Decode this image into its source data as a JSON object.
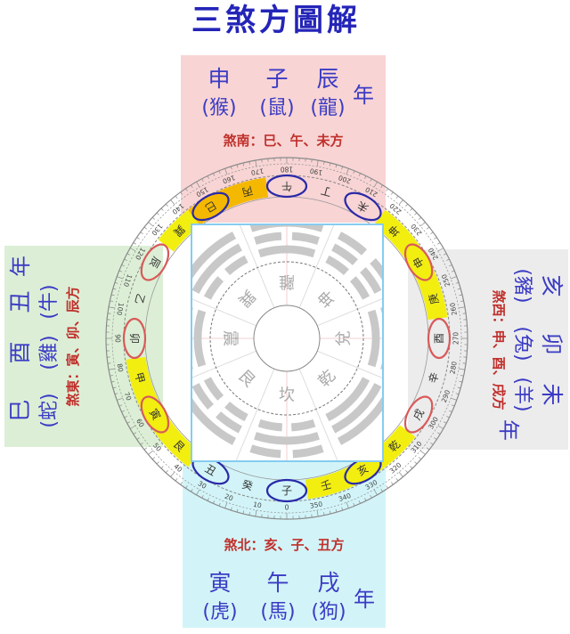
{
  "title": "三煞方圖解",
  "colors": {
    "title": "#2424b8",
    "text": "#3b3bc4",
    "sha": "#c0302c",
    "blue_circle": "#2a2aa8",
    "red_circle": "#d85a5a",
    "yellow": "#f2ee10",
    "orange": "#f5b800",
    "square": "#86ccf0"
  },
  "panels": {
    "top": {
      "bg": "#f8d4d4",
      "branches": [
        "申",
        "子",
        "辰"
      ],
      "animals": [
        "(猴)",
        "(鼠)",
        "(龍)"
      ],
      "year": "年",
      "sha": "煞南：巳、午、未方"
    },
    "left": {
      "bg": "#dcefd6",
      "branches": [
        "巳",
        "酉",
        "丑"
      ],
      "animals": [
        "(蛇)",
        "(雞)",
        "(牛)"
      ],
      "year": "年",
      "sha": "煞東：寅、卯、辰方"
    },
    "right": {
      "bg": "#ececec",
      "branches": [
        "亥",
        "卯",
        "未"
      ],
      "animals": [
        "(豬)",
        "(兔)",
        "(羊)"
      ],
      "year": "年",
      "sha": "煞西：申、酉、戌方"
    },
    "bottom": {
      "bg": "#d2f4f8",
      "branches": [
        "寅",
        "午",
        "戌"
      ],
      "animals": [
        "(虎)",
        "(馬)",
        "(狗)"
      ],
      "year": "年",
      "sha": "煞北：亥、子、丑方"
    }
  },
  "compass": {
    "degree_labels_every": 10,
    "mountains": [
      {
        "name": "子",
        "deg": 0,
        "mark": "blue"
      },
      {
        "name": "癸",
        "deg": 15
      },
      {
        "name": "丑",
        "deg": 30,
        "mark": "blue"
      },
      {
        "name": "艮",
        "deg": 45
      },
      {
        "name": "寅",
        "deg": 60,
        "mark": "red"
      },
      {
        "name": "甲",
        "deg": 75
      },
      {
        "name": "卯",
        "deg": 90,
        "mark": "red"
      },
      {
        "name": "乙",
        "deg": 105
      },
      {
        "name": "辰",
        "deg": 120,
        "mark": "red"
      },
      {
        "name": "巽",
        "deg": 135
      },
      {
        "name": "巳",
        "deg": 150,
        "mark": "blue"
      },
      {
        "name": "丙",
        "deg": 165
      },
      {
        "name": "午",
        "deg": 180,
        "mark": "blue"
      },
      {
        "name": "丁",
        "deg": 195
      },
      {
        "name": "未",
        "deg": 210,
        "mark": "blue"
      },
      {
        "name": "坤",
        "deg": 225
      },
      {
        "name": "申",
        "deg": 240,
        "mark": "red"
      },
      {
        "name": "庚",
        "deg": 255
      },
      {
        "name": "酉",
        "deg": 270,
        "mark": "red"
      },
      {
        "name": "辛",
        "deg": 285
      },
      {
        "name": "戌",
        "deg": 300,
        "mark": "red"
      },
      {
        "name": "乾",
        "deg": 315
      },
      {
        "name": "亥",
        "deg": 330,
        "mark": "blue"
      },
      {
        "name": "壬",
        "deg": 345
      }
    ],
    "highlights": [
      {
        "from": 127.5,
        "to": 142.5,
        "color": "yellow"
      },
      {
        "from": 142.5,
        "to": 172.5,
        "color": "orange"
      },
      {
        "from": 217.5,
        "to": 262.5,
        "color": "yellow"
      },
      {
        "from": 37.5,
        "to": 82.5,
        "color": "yellow"
      },
      {
        "from": 307.5,
        "to": 352.5,
        "color": "yellow"
      }
    ],
    "trigrams": [
      {
        "name": "坎",
        "deg": 0,
        "lines": [
          0,
          1,
          0
        ]
      },
      {
        "name": "艮",
        "deg": 45,
        "lines": [
          0,
          0,
          1
        ]
      },
      {
        "name": "震",
        "deg": 90,
        "lines": [
          1,
          0,
          0
        ]
      },
      {
        "name": "巽",
        "deg": 135,
        "lines": [
          0,
          1,
          1
        ]
      },
      {
        "name": "離",
        "deg": 180,
        "lines": [
          1,
          0,
          1
        ]
      },
      {
        "name": "坤",
        "deg": 225,
        "lines": [
          0,
          0,
          0
        ]
      },
      {
        "name": "兌",
        "deg": 270,
        "lines": [
          1,
          1,
          0
        ]
      },
      {
        "name": "乾",
        "deg": 315,
        "lines": [
          1,
          1,
          1
        ]
      }
    ]
  }
}
